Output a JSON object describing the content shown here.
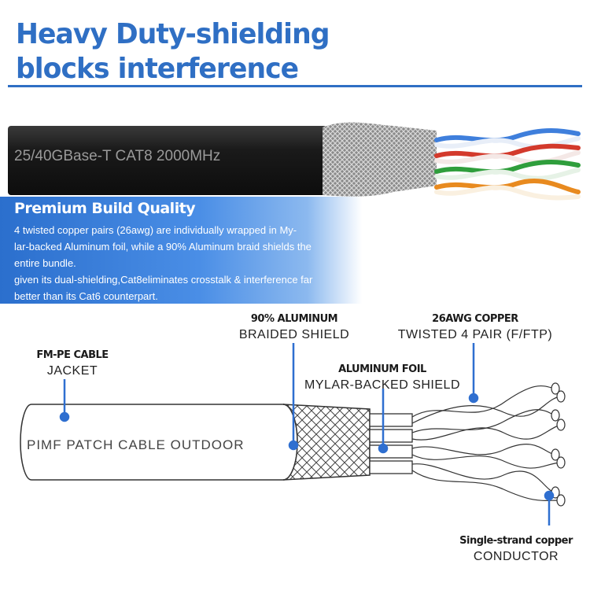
{
  "title": {
    "line1": "Heavy Duty-shielding",
    "line2": "blocks  interference"
  },
  "cable_print": "25/40GBase-T  CAT8  2000MHz",
  "info": {
    "heading": "Premium Build Quality",
    "lines": [
      "4 twisted copper pairs (26awg) are individually wrapped in My-",
      "lar-backed Aluminum foil, while a 90% Aluminum braid shields the",
      "entire bundle.",
      "given its dual-shielding,Cat8eliminates crosstalk & interference far",
      "better than its Cat6 counterpart."
    ]
  },
  "labels": {
    "jacket": {
      "bold": "FM-PE CABLE",
      "normal": "JACKET"
    },
    "braid": {
      "bold": "90% ALUMINUM",
      "normal": "BRAIDED SHIELD"
    },
    "foil": {
      "bold": "ALUMINUM FOIL",
      "normal": "MYLAR-BACKED SHIELD"
    },
    "copper": {
      "bold": "26AWG COPPER",
      "normal": "TWISTED 4 PAIR (F/FTP)"
    },
    "conductor": {
      "bold": "Single-strand copper",
      "normal": "CONDUCTOR"
    }
  },
  "jacket_print": "PIMF  PATCH  CABLE  OUTDOOR",
  "colors": {
    "accent": "#2f6fc4",
    "callout": "#2f6fd0",
    "jacket": "#1d1d1d"
  }
}
